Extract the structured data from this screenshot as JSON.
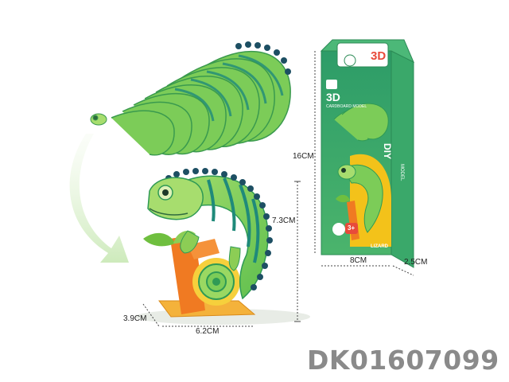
{
  "product": {
    "code": "DK01607099",
    "box": {
      "logo_text": "3D",
      "title": "3D",
      "subtitle": "CARDBOARD MODEL",
      "side_title": "DIY",
      "side_subtitle": "MODEL",
      "age_badge": "3+",
      "model_name": "LIZARD"
    }
  },
  "dimensions": {
    "model_height": "7.3CM",
    "model_width": "6.2CM",
    "model_depth": "3.9CM",
    "box_height": "16CM",
    "box_width": "8CM",
    "box_depth": "2.5CM"
  },
  "colors": {
    "lizard_light": "#8cd25a",
    "lizard_dark": "#2f9a55",
    "lizard_stripe": "#1f8a7a",
    "crest": "#1d4f63",
    "branch": "#f07a22",
    "leaf": "#6fbf3f",
    "box_green": "#3aa86a",
    "box_yellow": "#f3c21a",
    "code_gray": "#8a8a8a"
  }
}
